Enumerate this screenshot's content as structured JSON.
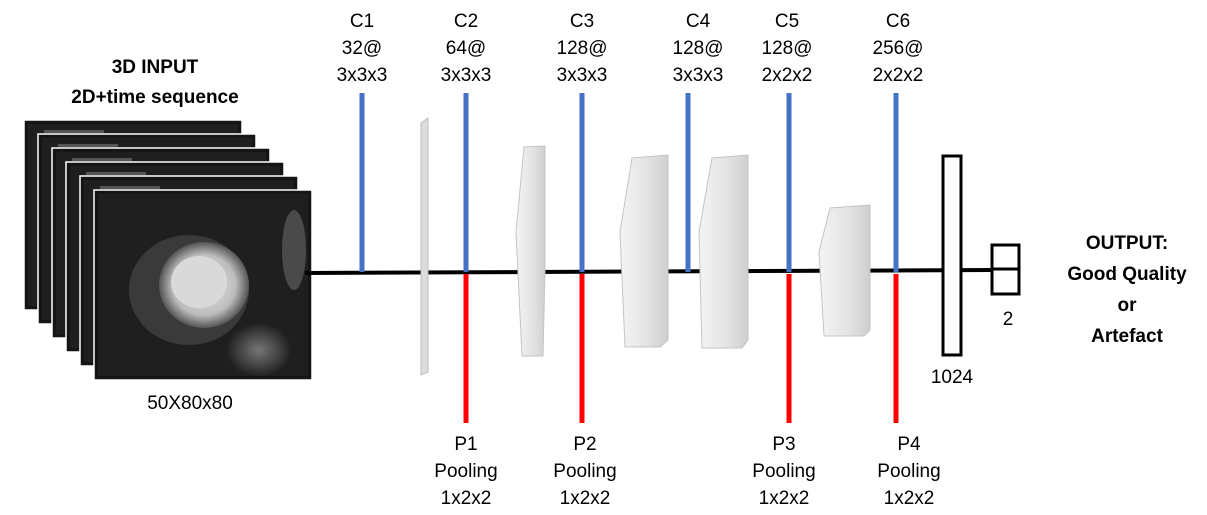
{
  "input": {
    "title_line1": "3D INPUT",
    "title_line2": "2D+time sequence",
    "size": "50X80x80",
    "frame_count": 6
  },
  "conv_layers": [
    {
      "name": "C1",
      "filters": "32@",
      "kernel": "3x3x3"
    },
    {
      "name": "C2",
      "filters": "64@",
      "kernel": "3x3x3"
    },
    {
      "name": "C3",
      "filters": "128@",
      "kernel": "3x3x3"
    },
    {
      "name": "C4",
      "filters": "128@",
      "kernel": "3x3x3"
    },
    {
      "name": "C5",
      "filters": "128@",
      "kernel": "2x2x2"
    },
    {
      "name": "C6",
      "filters": "256@",
      "kernel": "2x2x2"
    }
  ],
  "pool_layers": [
    {
      "name": "P1",
      "type": "Pooling",
      "size": "1x2x2"
    },
    {
      "name": "P2",
      "type": "Pooling",
      "size": "1x2x2"
    },
    {
      "name": "P3",
      "type": "Pooling",
      "size": "1x2x2"
    },
    {
      "name": "P4",
      "type": "Pooling",
      "size": "1x2x2"
    }
  ],
  "dense": {
    "units1": "1024",
    "units2": "2"
  },
  "output": {
    "line1": "OUTPUT:",
    "line2": "Good Quality",
    "line3": "or",
    "line4": "Artefact"
  },
  "colors": {
    "conv": "#4472c4",
    "pool": "#ff0000",
    "line": "#000000",
    "block_fill": "#e6e6e6"
  }
}
